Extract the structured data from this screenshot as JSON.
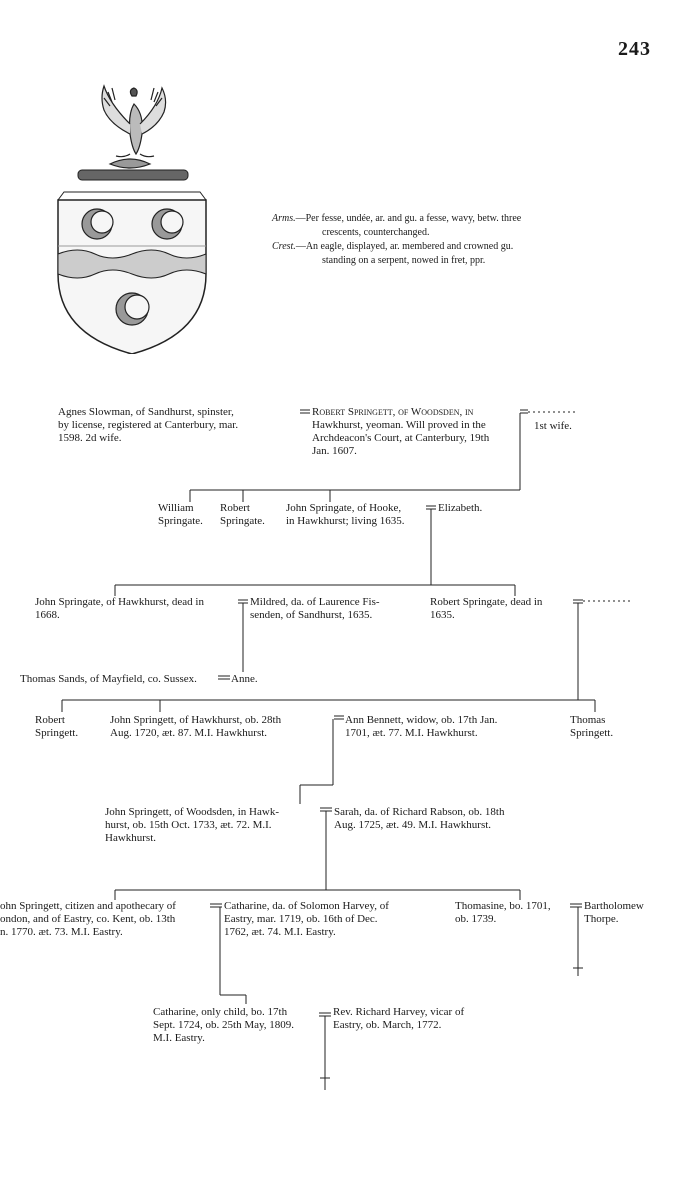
{
  "page_number": "243",
  "arms": {
    "arms_label": "Arms.",
    "arms_text_1": "—Per fesse, undée, ar. and gu. a fesse, wavy, betw. three",
    "arms_text_2": "crescents, counterchanged.",
    "crest_label": "Crest.",
    "crest_text_1": "—An eagle, displayed, ar. membered and crowned gu.",
    "crest_text_2": "standing on a serpent, nowed in fret, ppr."
  },
  "pedigree": {
    "agnes": [
      "Agnes Slowman, of Sandhurst, spinster,",
      "by license, registered at Canterbury, mar.",
      "1598.  2d wife."
    ],
    "robert_sr": [
      "Robert Springett, of Woodsden, in",
      "Hawkhurst, yeoman.  Will proved in the",
      "Archdeacon's Court, at Canterbury, 19th",
      "Jan. 1607."
    ],
    "first_wife": "1st wife.",
    "william": [
      "William",
      "Springate."
    ],
    "robert_jr": [
      "Robert",
      "Springate."
    ],
    "john_hooke": [
      "John Springate, of Hooke,",
      "in Hawkhurst;  living 1635."
    ],
    "elizabeth": "Elizabeth.",
    "john_hawkhurst": [
      "John Springate, of Hawkhurst, dead in",
      "1668."
    ],
    "mildred": [
      "Mildred, da. of Laurence Fis-",
      "senden, of Sandhurst, 1635."
    ],
    "robert_1635": [
      "Robert Springate, dead in",
      "1635."
    ],
    "thomas_sands": "Thomas Sands, of Mayfield, co. Sussex.",
    "anne": "Anne.",
    "robert_b": [
      "Robert",
      "Springett."
    ],
    "john_1720": [
      "John Springett, of Hawkhurst, ob. 28th",
      "Aug. 1720, æt. 87.  M.I. Hawkhurst."
    ],
    "ann_bennett": [
      "Ann Bennett, widow, ob. 17th Jan.",
      "1701, æt. 77.  M.I. Hawkhurst."
    ],
    "thomas_b": [
      "Thomas",
      "Springett."
    ],
    "john_1733": [
      "John Springett, of Woodsden, in Hawk-",
      "hurst, ob. 15th Oct. 1733, æt. 72.  M.I.",
      "Hawkhurst."
    ],
    "sarah": [
      "Sarah, da. of Richard Rabson, ob. 18th",
      "Aug. 1725, æt. 49.  M.I. Hawkhurst."
    ],
    "john_apothecary": [
      "ohn Springett, citizen and apothecary of",
      "ondon, and of Eastry, co. Kent, ob. 13th",
      "n. 1770. æt. 73.  M.I. Eastry."
    ],
    "catharine_harvey": [
      "Catharine, da. of Solomon Harvey, of",
      "Eastry, mar. 1719, ob. 16th of Dec.",
      "1762, æt. 74.  M.I. Eastry."
    ],
    "thomasine": [
      "Thomasine,  bo. 1701,",
      "ob. 1739."
    ],
    "bartholomew": [
      "Bartholomew",
      "Thorpe."
    ],
    "catharine_child": [
      "Catharine, only child, bo. 17th",
      "Sept. 1724, ob. 25th May, 1809.",
      "M.I. Eastry."
    ],
    "rev_harvey": [
      "Rev. Richard Harvey, vicar of",
      "Eastry, ob. March, 1772."
    ]
  }
}
